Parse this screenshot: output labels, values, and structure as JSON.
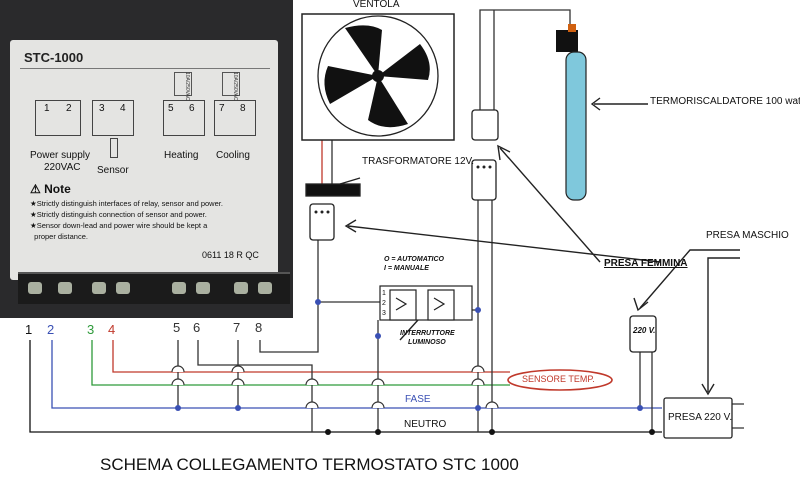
{
  "panel": {
    "model": "STC-1000",
    "terminals": [
      "1",
      "2",
      "3",
      "4",
      "5",
      "6",
      "7",
      "8"
    ],
    "power_supply_label": "Power supply",
    "power_supply_voltage": "220VAC",
    "sensor_label": "Sensor",
    "heating_label": "Heating",
    "cooling_label": "Cooling",
    "relay_rating": "10A/250VAC",
    "note_title": "Note",
    "note_lines": [
      "★Strictly distinguish interfaces of relay, sensor and power.",
      "★Strictly distinguish connection of sensor and power.",
      "★Sensor down-lead and power wire should be kept a",
      "  proper distance."
    ],
    "serial": "0611 18 R QC"
  },
  "labels": {
    "fan": "VENTOLA",
    "heater": "TERMORISCALDATORE 100 watt",
    "transformer": "TRASFORMATORE 12V.",
    "male_plug": "PRESA MASCHIO",
    "female_plug": "PRESA FEMMINA",
    "socket_voltage": "220 V.",
    "mode_auto": "O = AUTOMATICO",
    "mode_manual": "I = MANUALE",
    "switch_line1": "INTERRUTTORE",
    "switch_line2": "LUMINOSO",
    "switch_pins": [
      "1",
      "2",
      "3"
    ],
    "sensor": "SENSORE TEMP.",
    "phase": "FASE",
    "neutral": "NEUTRO",
    "main_outlet": "PRESA 220 V.",
    "caption": "SCHEMA COLLEGAMENTO TERMOSTATO STC 1000"
  },
  "wire_numbers": [
    "1",
    "2",
    "3",
    "4",
    "5",
    "6",
    "7",
    "8"
  ],
  "colors": {
    "wire_1": "#111111",
    "wire_2": "#3a50b4",
    "wire_3": "#2e9a3a",
    "wire_4": "#c0392b",
    "wire_5_8": "#333333",
    "heater_tube": "#7fc8dc",
    "sensor_oval": "#c0392b"
  }
}
